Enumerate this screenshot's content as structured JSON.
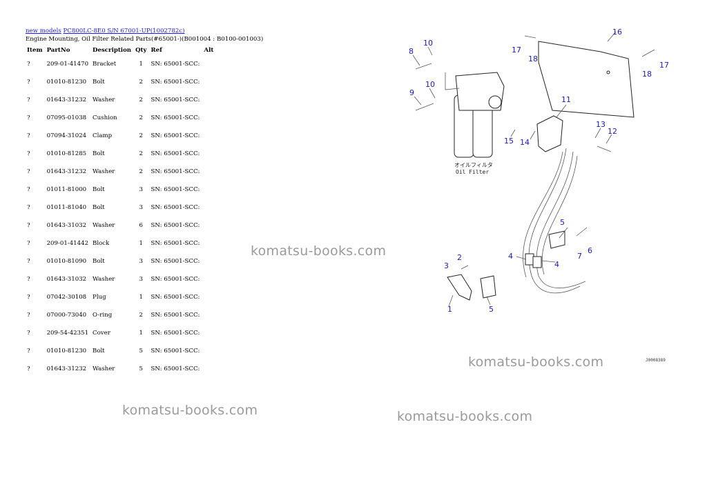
{
  "breadcrumb": {
    "link1": "new models",
    "link2": "PC800LC-8E0 S/N 67001-UP(1002782c)"
  },
  "page_title": "Engine Mounting, Oil Filter Related Parts(#65001-)(B001004 : B0100-001003)",
  "table": {
    "headers": [
      "Item",
      "PartNo",
      "Description",
      "Qty",
      "Ref",
      "Alt"
    ],
    "rows": [
      {
        "item": "?",
        "partno": "209-01-41470",
        "desc": "Bracket",
        "qty": "1",
        "ref": "SN: 65001-SCC:",
        "alt": ""
      },
      {
        "item": "?",
        "partno": "01010-81230",
        "desc": "Bolt",
        "qty": "2",
        "ref": "SN: 65001-SCC:",
        "alt": ""
      },
      {
        "item": "?",
        "partno": "01643-31232",
        "desc": "Washer",
        "qty": "2",
        "ref": "SN: 65001-SCC:",
        "alt": ""
      },
      {
        "item": "?",
        "partno": "07095-01038",
        "desc": "Cushion",
        "qty": "2",
        "ref": "SN: 65001-SCC:",
        "alt": ""
      },
      {
        "item": "?",
        "partno": "07094-31024",
        "desc": "Clamp",
        "qty": "2",
        "ref": "SN: 65001-SCC:",
        "alt": ""
      },
      {
        "item": "?",
        "partno": "01010-81285",
        "desc": "Bolt",
        "qty": "2",
        "ref": "SN: 65001-SCC:",
        "alt": ""
      },
      {
        "item": "?",
        "partno": "01643-31232",
        "desc": "Washer",
        "qty": "2",
        "ref": "SN: 65001-SCC:",
        "alt": ""
      },
      {
        "item": "?",
        "partno": "01011-81000",
        "desc": "Bolt",
        "qty": "3",
        "ref": "SN: 65001-SCC:",
        "alt": ""
      },
      {
        "item": "?",
        "partno": "01011-81040",
        "desc": "Bolt",
        "qty": "3",
        "ref": "SN: 65001-SCC:",
        "alt": ""
      },
      {
        "item": "?",
        "partno": "01643-31032",
        "desc": "Washer",
        "qty": "6",
        "ref": "SN: 65001-SCC:",
        "alt": ""
      },
      {
        "item": "?",
        "partno": "209-01-41442",
        "desc": "Block",
        "qty": "1",
        "ref": "SN: 65001-SCC:",
        "alt": ""
      },
      {
        "item": "?",
        "partno": "01010-81090",
        "desc": "Bolt",
        "qty": "3",
        "ref": "SN: 65001-SCC:",
        "alt": ""
      },
      {
        "item": "?",
        "partno": "01643-31032",
        "desc": "Washer",
        "qty": "3",
        "ref": "SN: 65001-SCC:",
        "alt": ""
      },
      {
        "item": "?",
        "partno": "07042-30108",
        "desc": "Plug",
        "qty": "1",
        "ref": "SN: 65001-SCC:",
        "alt": ""
      },
      {
        "item": "?",
        "partno": "07000-73040",
        "desc": "O-ring",
        "qty": "2",
        "ref": "SN: 65001-SCC:",
        "alt": ""
      },
      {
        "item": "?",
        "partno": "209-54-42351",
        "desc": "Cover",
        "qty": "1",
        "ref": "SN: 65001-SCC:",
        "alt": ""
      },
      {
        "item": "?",
        "partno": "01010-81230",
        "desc": "Bolt",
        "qty": "5",
        "ref": "SN: 65001-SCC:",
        "alt": ""
      },
      {
        "item": "?",
        "partno": "01643-31232",
        "desc": "Washer",
        "qty": "5",
        "ref": "SN: 65001-SCC:",
        "alt": ""
      }
    ]
  },
  "watermark": "komatsu-books.com",
  "diagram": {
    "label_jp": "オイルフィルタ",
    "label_en": "Oil Filter",
    "drawing_code": "J0008389",
    "callouts": [
      "10",
      "8",
      "10",
      "9",
      "11",
      "15",
      "14",
      "13",
      "12",
      "16",
      "17",
      "18",
      "18",
      "17",
      "5",
      "6",
      "7",
      "4",
      "4",
      "2",
      "3",
      "1",
      "5"
    ]
  }
}
